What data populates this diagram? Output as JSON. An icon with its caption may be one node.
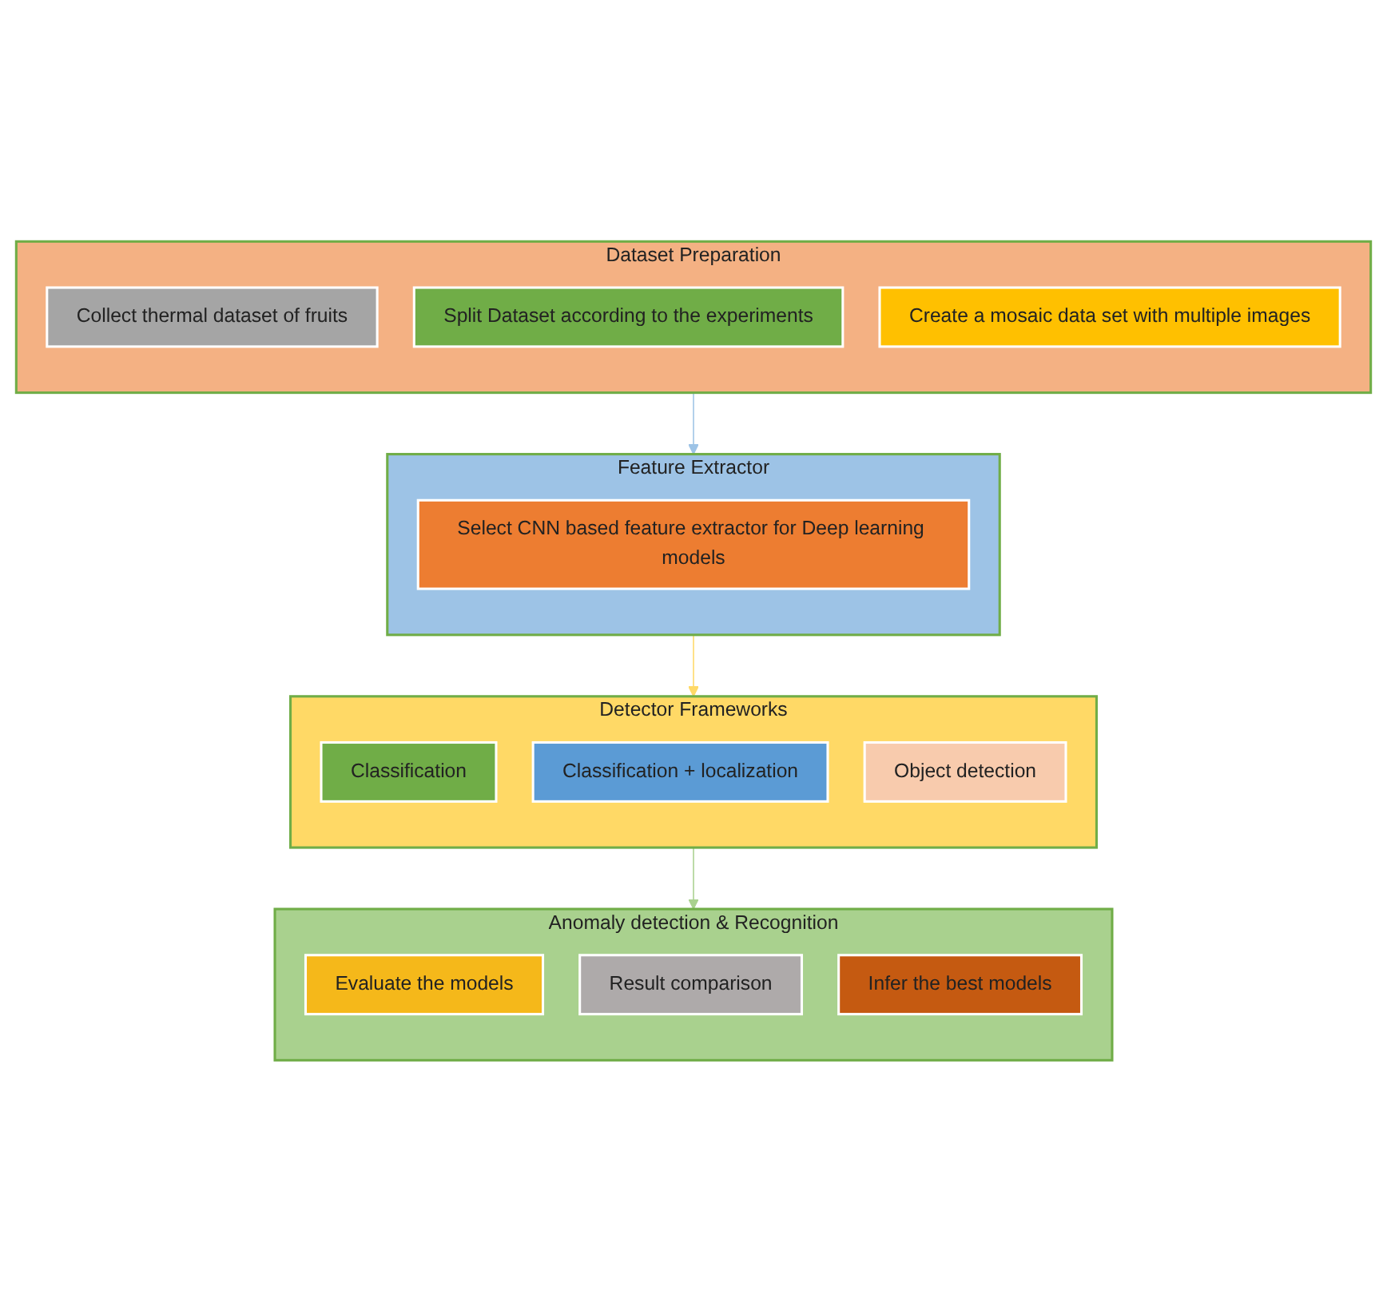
{
  "diagram": {
    "nodes": [
      {
        "text": [
          "Dataset Preparation"
        ]
      },
      {
        "text": [
          "Collect thermal dataset of fruits"
        ],
        "in": 0
      },
      {
        "text": [
          "Split Dataset according to the experiments"
        ],
        "in": 0
      },
      {
        "text": [
          "Create a mosaic data set with multiple images"
        ],
        "in": 0
      },
      {
        "text": [
          "Feature Extractor"
        ]
      },
      {
        "text": [
          "Select CNN based feature extractor for Deep learning models"
        ],
        "in": 4
      },
      {
        "text": [
          "Detector Frameworks"
        ]
      },
      {
        "text": [
          "Classification"
        ],
        "in": 6
      },
      {
        "text": [
          "Classification + localization"
        ],
        "in": 6
      },
      {
        "text": [
          "Object detection"
        ],
        "in": 6
      },
      {
        "text": [
          "Anomaly detection & Recognition"
        ]
      },
      {
        "text": [
          "Evaluate the models"
        ],
        "in": 10
      },
      {
        "text": [
          "Result comparison"
        ],
        "in": 10
      },
      {
        "text": [
          "Infer the best models"
        ],
        "in": 10
      }
    ],
    "edges": [
      {
        "from": 0,
        "to": 4,
        "arrow": "to",
        "color": "#9dc3e6"
      },
      {
        "from": 4,
        "to": 6,
        "arrow": "to",
        "color": "#ffd966"
      },
      {
        "from": 6,
        "to": 10,
        "arrow": "to",
        "color": "#a9d18e"
      }
    ]
  }
}
